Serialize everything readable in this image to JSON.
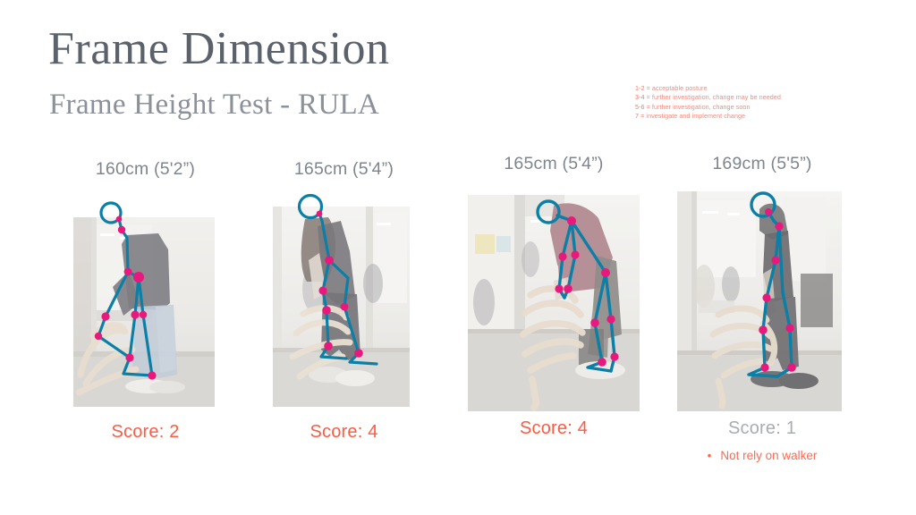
{
  "header": {
    "title": "Frame Dimension",
    "subtitle": "Frame Height Test - RULA"
  },
  "legend": {
    "items": [
      {
        "range": "1-2",
        "text": "= acceptable posture"
      },
      {
        "range": "3-4",
        "text": "= further investigation, change may be needed"
      },
      {
        "range": "5-6",
        "text": "= further investigation, change soon"
      },
      {
        "range": "7",
        "text": "= investigate and implement change"
      }
    ],
    "color": "#f2786a"
  },
  "colors": {
    "title": "#5b626c",
    "subtitle": "#8b9099",
    "height_label": "#7f858d",
    "score_red": "#fd5b43",
    "score_gray": "#a9acb1",
    "pose_line": "#0c7fa6",
    "pose_joint": "#e8187c",
    "note_red": "#fd6a52"
  },
  "panels": [
    {
      "height_label": "160cm (5'2”)",
      "score": "Score: 2",
      "score_style": "red",
      "note": null
    },
    {
      "height_label": "165cm (5'4”)",
      "score": "Score: 4",
      "score_style": "red",
      "note": null
    },
    {
      "height_label": "165cm (5'4”)",
      "score": "Score: 4",
      "score_style": "red",
      "note": null
    },
    {
      "height_label": "169cm (5'5”)",
      "score": "Score: 1",
      "score_style": "gray",
      "note": "Not rely on walker",
      "note_bullet": "•"
    }
  ]
}
